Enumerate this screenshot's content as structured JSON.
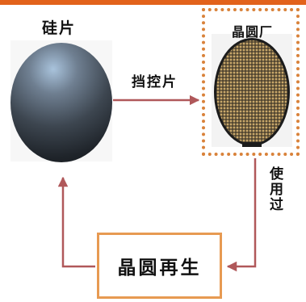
{
  "nodes": {
    "wafer": {
      "label": "硅片"
    },
    "fab": {
      "label": "晶圆厂"
    },
    "regeneration": {
      "label": "晶圆再生"
    }
  },
  "edges": {
    "dummy": {
      "label": "挡控片"
    },
    "used": {
      "label": "使用过"
    }
  },
  "colors": {
    "accent_bar": "#e2621b",
    "arrow": "#b0585a",
    "box_border": "#e79a52",
    "wafer_die": "#c9a86a"
  }
}
